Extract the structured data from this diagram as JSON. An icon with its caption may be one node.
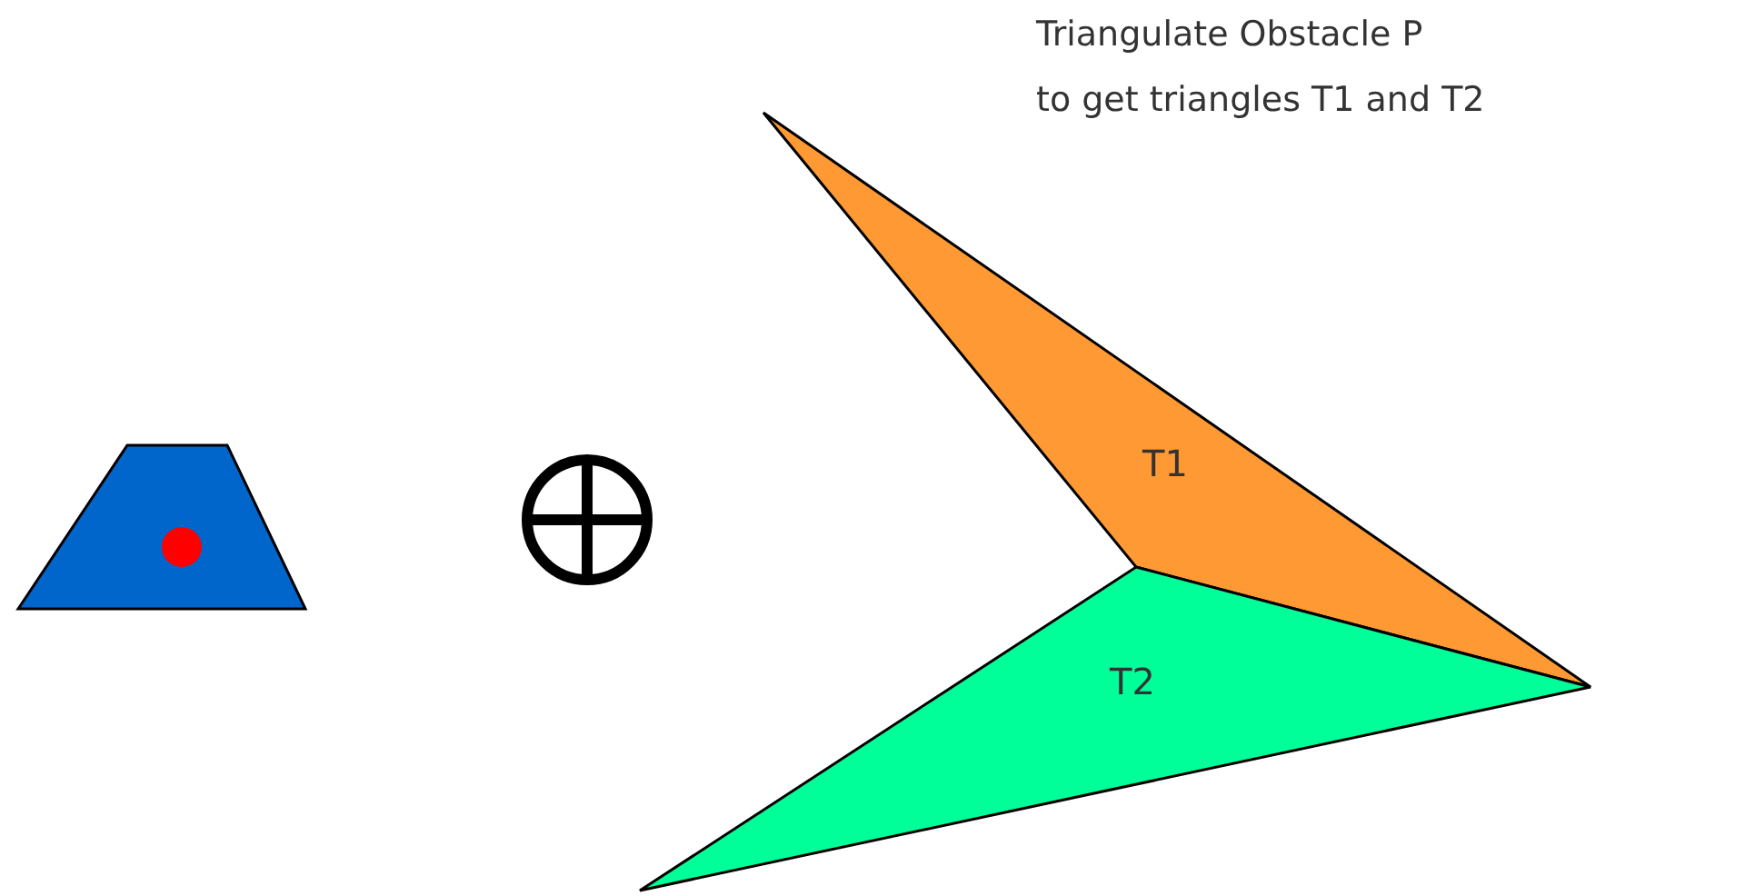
{
  "diagram": {
    "nodes": [
      {
        "text": [],
        "shape": "trapezoid"
      },
      {
        "text": [
          "T1"
        ]
      },
      {
        "text": [
          "T2"
        ]
      }
    ],
    "labels": [
      "Triangulate Obstacle P",
      "to get triangles T1 and T2"
    ]
  }
}
